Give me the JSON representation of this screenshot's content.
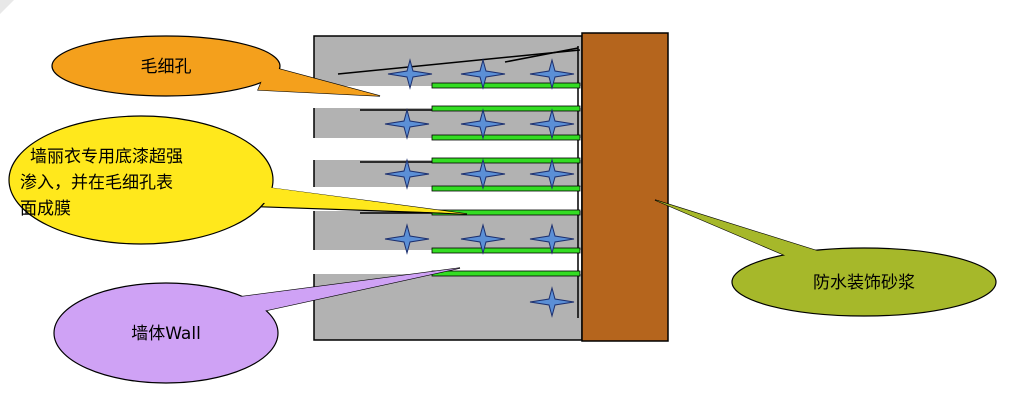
{
  "labels": {
    "capillary": "毛细孔",
    "primer_line1": "墙丽衣专用底漆超强",
    "primer_line2": "渗入，并在毛细孔表",
    "primer_line3": "面成膜",
    "wall": "墙体Wall",
    "mortar": "防水装饰砂浆"
  },
  "colors": {
    "wall": "#b2b2b2",
    "mortar": "#b5651d",
    "film": "#33dd22",
    "star": "#5b8fd6",
    "bubble_capillary": "#f4a01c",
    "bubble_primer": "#ffe81c",
    "bubble_wall": "#cfa2f5",
    "bubble_mortar": "#a6b82a",
    "outline": "#000000"
  },
  "icons": [
    "star-icon"
  ]
}
